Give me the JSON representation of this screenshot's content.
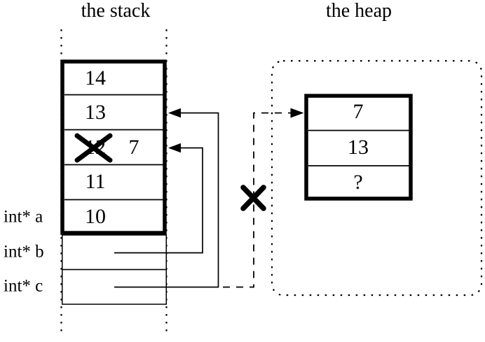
{
  "colors": {
    "ink": "#000000",
    "background": "#ffffff"
  },
  "titles": {
    "stack": "the stack",
    "heap": "the heap"
  },
  "stack": {
    "cells": [
      {
        "value": "14",
        "crossed_out": false
      },
      {
        "value": "13",
        "crossed_out": false
      },
      {
        "value": "12",
        "crossed_out": true,
        "replacement": "7"
      },
      {
        "value": "11",
        "crossed_out": false
      },
      {
        "value": "10",
        "crossed_out": false
      }
    ],
    "pointers": [
      {
        "label": "int* a"
      },
      {
        "label": "int* b"
      },
      {
        "label": "int* c"
      }
    ]
  },
  "heap": {
    "cells": [
      {
        "value": "7"
      },
      {
        "value": "13"
      },
      {
        "value": "?"
      }
    ]
  }
}
